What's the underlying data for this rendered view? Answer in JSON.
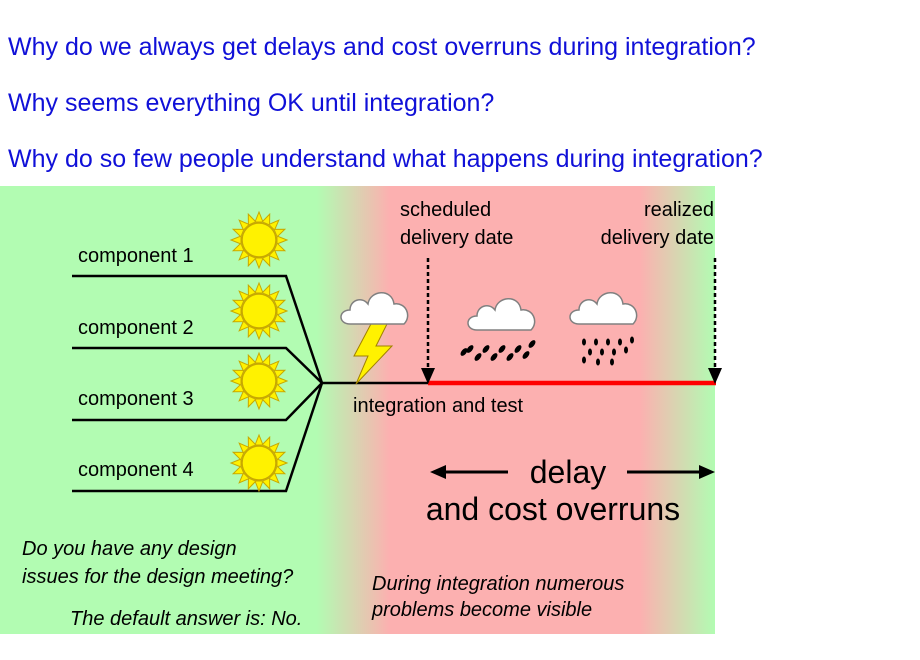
{
  "questions": [
    "Why do we always get delays and cost overruns during integration?",
    "Why seems everything OK until integration?",
    "Why do so few people understand what happens during integration?"
  ],
  "components": [
    "component 1",
    "component 2",
    "component 3",
    "component 4"
  ],
  "scheduled_label": [
    "scheduled",
    "delivery date"
  ],
  "realized_label": [
    "realized",
    "delivery date"
  ],
  "integration_label": "integration and test",
  "delay_label": [
    "delay",
    "and cost overruns"
  ],
  "design_question": [
    "Do you have any design",
    "issues for the design meeting?"
  ],
  "default_answer": "The default answer is: No.",
  "integration_note": [
    "During integration numerous",
    "problems become visible"
  ],
  "icons": {
    "components": "sun-icon",
    "early_integration": "thunderstorm-icon",
    "after_schedule": "heavy-rain-icon",
    "before_delivery": "light-rain-icon"
  },
  "colors": {
    "question_text": "#1010d8",
    "ok_zone": "#b2fcb2",
    "problem_zone": "#fcb0b0",
    "sun_fill": "#fff200",
    "sun_stroke": "#c8a800",
    "lightning": "#fff200",
    "delay_line": "#ff0000"
  }
}
